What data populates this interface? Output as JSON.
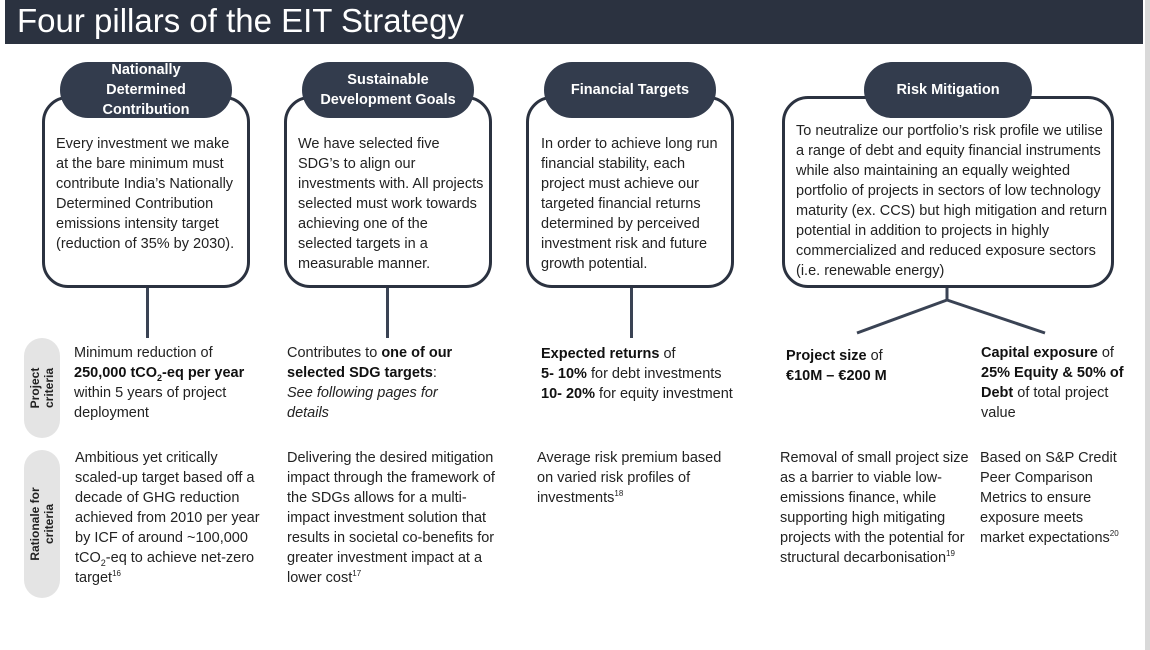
{
  "title": "Four pillars of the EIT Strategy",
  "pillars": [
    {
      "title_lines": [
        "Nationally",
        "Determined",
        "Contribution"
      ],
      "body": "Every investment we make at the bare minimum must contribute India’s Nationally Determined Contribution emissions intensity target (reduction of 35% by 2030)."
    },
    {
      "title_lines": [
        "Sustainable",
        "Development Goals"
      ],
      "body": "We have selected five SDG’s to align our investments with. All projects selected must work towards achieving one of the selected targets in a measurable manner."
    },
    {
      "title_lines": [
        "Financial Targets"
      ],
      "body": "In order to achieve long run financial stability, each project must achieve our targeted financial returns determined by perceived investment risk and future growth potential."
    },
    {
      "title_lines": [
        "Risk Mitigation"
      ],
      "body": "To neutralize our portfolio’s risk profile we utilise a range of debt and equity financial instruments while also maintaining an equally weighted portfolio of projects in sectors of low technology maturity (ex. CCS) but high mitigation and return potential in addition to projects in highly commercialized and reduced exposure sectors (i.e. renewable energy)"
    }
  ],
  "rows": {
    "project_criteria_label": [
      "Project",
      "criteria"
    ],
    "rationale_label": [
      "Rationale for",
      "criteria"
    ]
  },
  "criteria": {
    "c1": {
      "line1": "Minimum reduction of",
      "bold_value": "250,000 tCO",
      "bold_sub": "2",
      "bold_rest": "-eq per year",
      "line3": "within 5 years of project deployment"
    },
    "c2": {
      "lead": "Contributes to ",
      "bold": "one of our selected SDG targets",
      "colon": ":",
      "italic": "See following pages for details"
    },
    "c3": {
      "bold1": "Expected returns",
      "text1": " of",
      "bold2": "5- 10%",
      "text2": " for debt investments",
      "bold3": "10- 20%",
      "text3": " for equity investment"
    },
    "c4a": {
      "bold1": "Project size",
      "text1": " of",
      "bold2": "€10M – €200 M"
    },
    "c4b": {
      "bold1": "Capital exposure",
      "text1": " of",
      "bold2": "25% Equity & 50% of Debt",
      "text2": " of total project value"
    }
  },
  "rationale": {
    "r1": {
      "text_a": "Ambitious yet critically scaled-up target based off a decade of GHG reduction achieved from 2010 per year by ICF of around ~100,000 tCO",
      "sub": "2",
      "text_b": "-eq to achieve net-zero target",
      "ref": "16"
    },
    "r2": {
      "text": "Delivering the desired mitigation impact through the framework of the SDGs allows for a multi-impact investment solution that results in societal co-benefits for greater investment impact at a lower cost",
      "ref": "17"
    },
    "r3": {
      "text": "Average risk premium based on varied risk profiles of investments",
      "ref": "18"
    },
    "r4a": {
      "text": "Removal of small project size as a barrier to viable low-emissions finance, while supporting high mitigating projects with the potential for structural decarbonisation",
      "ref": "19"
    },
    "r4b": {
      "text": "Based on S&P Credit Peer Comparison Metrics to ensure exposure meets market expectations",
      "ref": "20"
    }
  },
  "colors": {
    "title_bar": "#2b3240",
    "pill": "#333c4d",
    "side_tab": "#e4e4e4"
  }
}
